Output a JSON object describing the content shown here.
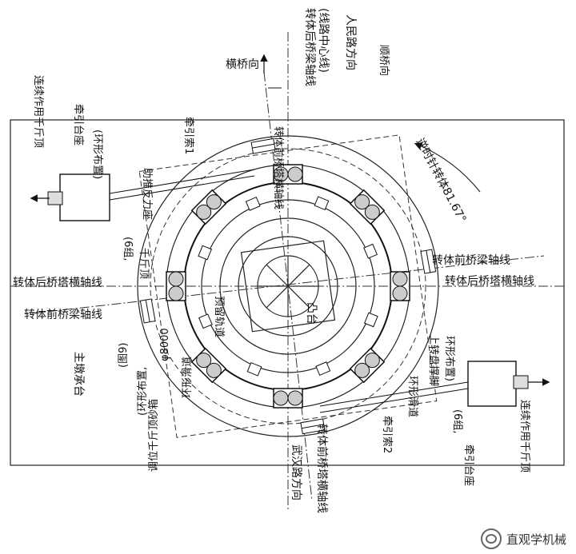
{
  "labels": {
    "heng_qiao_xiang": "横桥向",
    "shun_qiao_xiang": "顺桥向",
    "renmin_road": "人民路方向",
    "wuhan_road": "武汉路方向",
    "rear_beam_axis_top": "转体后桥梁轴线",
    "route_center_line": "(线路中心线)",
    "front_tower_axis_top": "转体前桥塔横轴线",
    "rotation_angle": "逆时针转体81.67°",
    "angle_mark": "81.67°",
    "rear_tower_axis_left": "转体后桥塔横轴线",
    "rear_tower_axis_right": "转体后桥塔横轴线",
    "front_beam_axis_left": "转体前桥梁轴线",
    "front_beam_axis_right": "转体前桥梁轴线",
    "front_tower_axis_bottom": "转体前桥塔横轴线",
    "traction_cable_1": "牵引索1",
    "traction_cable_2": "牵引索2",
    "continuous_jack_tl": "连续作用千斤顶",
    "traction_base_tl": "牵引台座",
    "ring_layout_tl": "(环形布置)",
    "assist_counterforce": "助推反力座",
    "six_groups_left": "(6组,",
    "jack_label": "千斤顶",
    "continuous_jack_br": "连续作用千斤顶",
    "traction_base_br": "牵引台座",
    "six_groups_br": "(6组,",
    "ring_layout_br": "环形布置)",
    "upper_brace_leg": "上转盘撑脚",
    "ring_slide_right": "环形滑道",
    "ring_slide_left": "环形滑道",
    "reserve_track": "预留轨道",
    "boss": "凸台",
    "main_cap": "主墩承台",
    "adjust_sand_box": "调位千斤顶砂箱",
    "sand_box_detail": "(图9)",
    "ring_layout_left": "(环形布置,",
    "diameter": "φ8000"
  },
  "watermark": {
    "text": "直观学机械",
    "icon": "wechat-icon"
  }
}
